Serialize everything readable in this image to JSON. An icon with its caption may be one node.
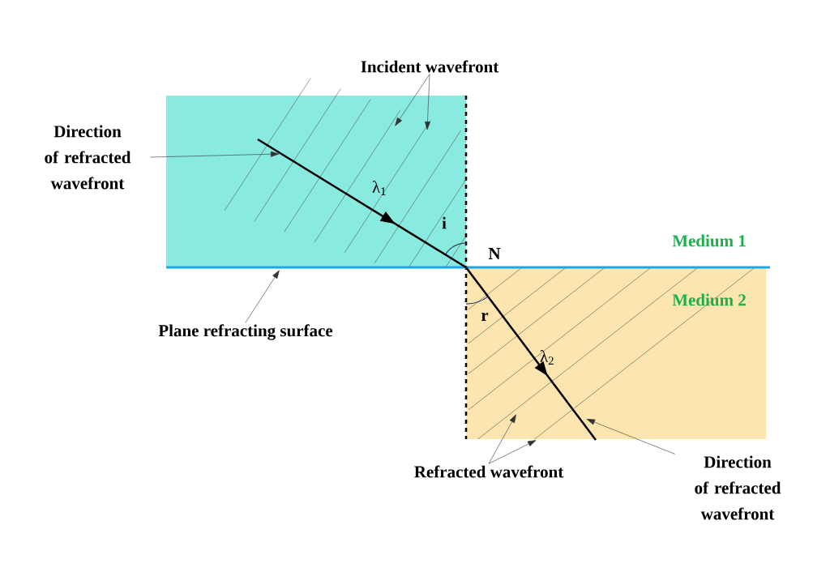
{
  "diagram": {
    "nodes": [
      {
        "text": [
          "Incident wavefront"
        ]
      },
      {
        "text": [
          "Direction of refracted wavefront"
        ]
      },
      {
        "text": [
          "Plane refracting surface"
        ]
      },
      {
        "text": [
          "Refracted wavefront"
        ]
      },
      {
        "text": [
          "Direction of refracted wavefront"
        ]
      }
    ],
    "edges": [
      {
        "from": 0,
        "to": null,
        "arrow": "to"
      },
      {
        "from": 0,
        "to": null,
        "arrow": "to"
      },
      {
        "from": 1,
        "to": null,
        "arrow": "to"
      },
      {
        "from": 2,
        "to": null,
        "arrow": "to"
      },
      {
        "from": 3,
        "to": null,
        "arrow": "to"
      },
      {
        "from": 3,
        "to": null,
        "arrow": "to"
      },
      {
        "from": 4,
        "to": null,
        "arrow": "to"
      }
    ],
    "labels": [
      "λ$_{1}$",
      "i",
      "N",
      "Medium 1",
      "Medium 2",
      "r",
      "λ$_{2}$"
    ]
  }
}
